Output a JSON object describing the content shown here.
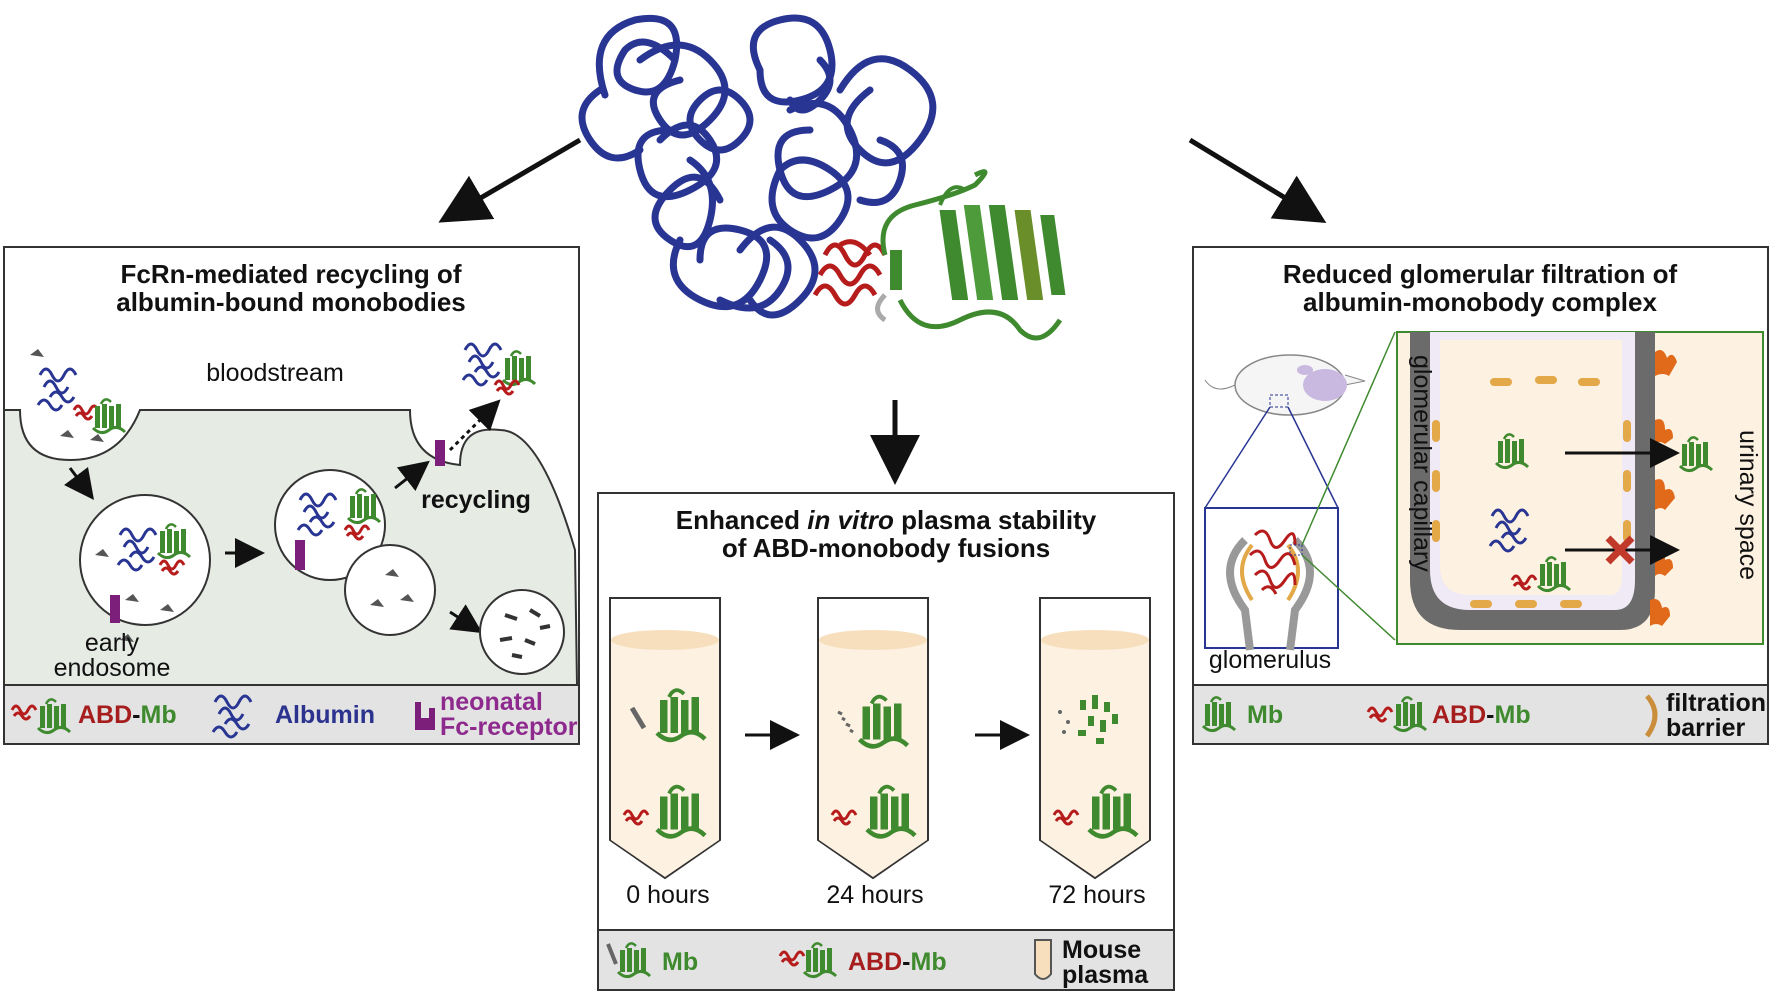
{
  "center": {
    "structure_alt": ""
  },
  "left_panel": {
    "title_line1": "FcRn-mediated recycling of",
    "title_line2": "albumin-bound monobodies",
    "bloodstream": "bloodstream",
    "recycling": "recycling",
    "early": "early",
    "endosome": "endosome",
    "legend": {
      "abd": "ABD",
      "dash": "-",
      "mb": "Mb",
      "albumin": "Albumin",
      "neonatal": "neonatal",
      "fc_receptor": "Fc-receptor"
    }
  },
  "middle_panel": {
    "title_line1_a": "Enhanced ",
    "title_line1_b": "in vitro",
    "title_line1_c": " plasma stability",
    "title_line2": "of ABD-monobody fusions",
    "times": [
      "0 hours",
      "24 hours",
      "72 hours"
    ],
    "legend": {
      "mb": "Mb",
      "abd": "ABD",
      "dash": "-",
      "mb2": "Mb",
      "mouse": "Mouse",
      "plasma": "plasma"
    }
  },
  "right_panel": {
    "title_line1": "Reduced glomerular filtration of",
    "title_line2": "albumin-monobody complex",
    "glomerular_capillary": "glomerular capillary",
    "urinary_space": "urinary space",
    "glomerulus": "glomerulus",
    "legend": {
      "mb": "Mb",
      "abd": "ABD",
      "dash": "-",
      "mb2": "Mb",
      "filtration": "filtration",
      "barrier": "barrier"
    }
  },
  "colors": {
    "albumin": "#283593",
    "monobody": "#3f8a2f",
    "abd": "#b71c1c",
    "fcrn": "#7b1f7b",
    "cytoplasm": "#e6ebe4",
    "plasma": "#fdf1e1",
    "legend_bg": "#e3e3e3"
  }
}
